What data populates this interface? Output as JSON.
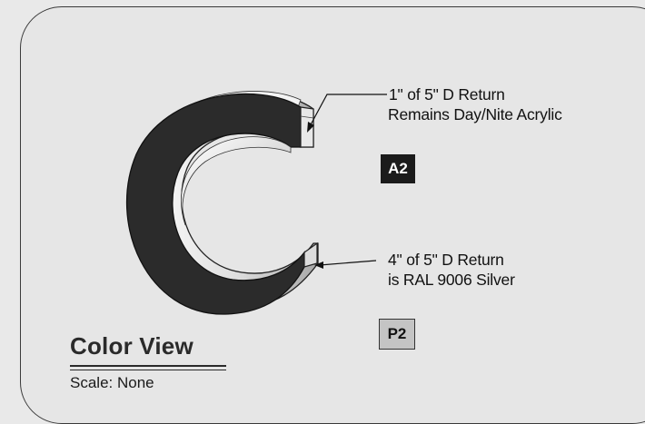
{
  "callouts": {
    "top_line1": "1\" of 5\" D Return",
    "top_line2": "Remains Day/Nite Acrylic",
    "bottom_line1": "4\" of 5\" D Return",
    "bottom_line2": "is RAL 9006 Silver"
  },
  "tags": {
    "a2": "A2",
    "p2": "P2"
  },
  "title_block": {
    "title": "Color View",
    "scale": "Scale: None"
  },
  "colors": {
    "face": "#2b2b2b",
    "return_silver": "#d4d4d4",
    "tag_a2": "#1b1b1b",
    "tag_p2": "#c4c4c4"
  }
}
